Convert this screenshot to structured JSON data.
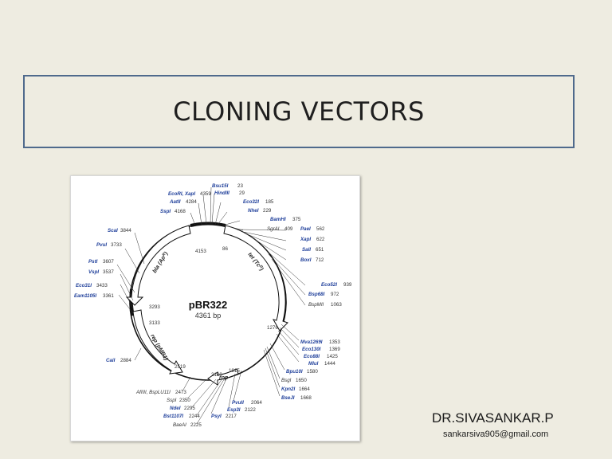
{
  "slide": {
    "title": "CLONING VECTORS",
    "author": "DR.SIVASANKAR.P",
    "email": "sankarsiva905@gmail.com"
  },
  "plasmid": {
    "name": "pBR322",
    "size": "4361 bp",
    "inner_positions": [
      "4153",
      "86",
      "1276",
      "1915",
      "2100",
      "2519",
      "3133",
      "3293"
    ],
    "genes": [
      {
        "label": "bla (Ap",
        "sup": "R",
        "close": ")"
      },
      {
        "label": "tet (Tc",
        "sup": "R",
        "close": ")"
      },
      {
        "label": "rep (pMB1)"
      },
      {
        "label": "rop"
      }
    ],
    "sites": [
      {
        "name": "Bsu15I",
        "pos": "23"
      },
      {
        "name": "HindIII",
        "pos": "29"
      },
      {
        "name": "Eco32I",
        "pos": "185"
      },
      {
        "name": "NheI",
        "pos": "229"
      },
      {
        "name": "BamHI",
        "pos": "375"
      },
      {
        "name": "SgrAI",
        "pos": "409"
      },
      {
        "name": "PaeI",
        "pos": "562"
      },
      {
        "name": "XapI",
        "pos": "622"
      },
      {
        "name": "SalI",
        "pos": "651"
      },
      {
        "name": "BoxI",
        "pos": "712"
      },
      {
        "name": "Eco52I",
        "pos": "939"
      },
      {
        "name": "Bsp68I",
        "pos": "972"
      },
      {
        "name": "BspMII",
        "pos": "1063"
      },
      {
        "name": "Mva1269I",
        "pos": "1353"
      },
      {
        "name": "Eco130I",
        "pos": "1369"
      },
      {
        "name": "Eco88I",
        "pos": "1425"
      },
      {
        "name": "MluI",
        "pos": "1444"
      },
      {
        "name": "Bpu10I",
        "pos": "1580"
      },
      {
        "name": "BsgI",
        "pos": "1650"
      },
      {
        "name": "Kpn2I",
        "pos": "1664"
      },
      {
        "name": "BseJI",
        "pos": "1668"
      },
      {
        "name": "PvuII",
        "pos": "2064"
      },
      {
        "name": "Esp3I",
        "pos": "2122"
      },
      {
        "name": "PsyI",
        "pos": "2217"
      },
      {
        "name": "BaeAI",
        "pos": "2225"
      },
      {
        "name": "Bst1107I",
        "pos": "2244"
      },
      {
        "name": "NdeI",
        "pos": "2295"
      },
      {
        "name": "SspI",
        "pos": "2350"
      },
      {
        "name": "AfIIII, BspLU11I",
        "pos": "2473"
      },
      {
        "name": "CaiI",
        "pos": "2884"
      },
      {
        "name": "Eam1105I",
        "pos": "3361"
      },
      {
        "name": "Eco31I",
        "pos": "3433"
      },
      {
        "name": "VspI",
        "pos": "3537"
      },
      {
        "name": "PstI",
        "pos": "3607"
      },
      {
        "name": "PvuI",
        "pos": "3733"
      },
      {
        "name": "ScaI",
        "pos": "3844"
      },
      {
        "name": "SspI",
        "pos": "4168"
      },
      {
        "name": "AatII",
        "pos": "4284"
      },
      {
        "name": "EcoRI, XapI",
        "pos": "4359"
      }
    ]
  }
}
